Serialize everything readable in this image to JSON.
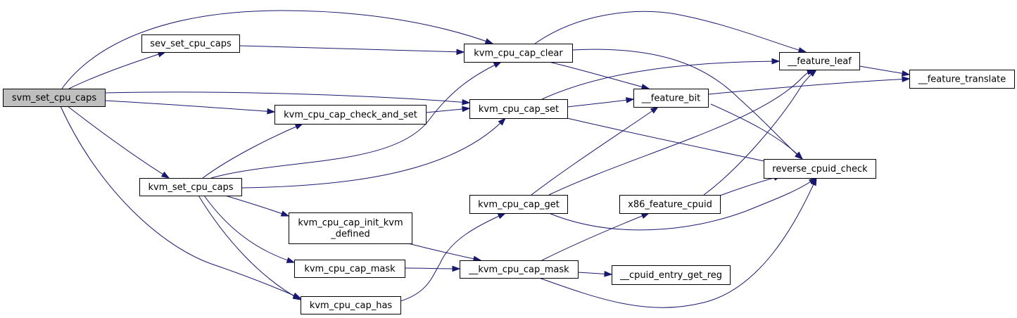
{
  "graph": {
    "colors": {
      "edge": "#191970",
      "node_fill": "#ffffff",
      "root_fill": "#bfbfbf",
      "border": "#000000"
    },
    "root": "svm_set_cpu_caps",
    "nodes": {
      "svm_set_cpu_caps": [
        "svm_set_cpu_caps"
      ],
      "sev_set_cpu_caps": [
        "sev_set_cpu_caps"
      ],
      "kvm_set_cpu_caps": [
        "kvm_set_cpu_caps"
      ],
      "kvm_cpu_cap_check_and_set": [
        "kvm_cpu_cap_check_and_set"
      ],
      "kvm_cpu_cap_init_kvm_defined": [
        "kvm_cpu_cap_init_kvm",
        "_defined"
      ],
      "kvm_cpu_cap_mask": [
        "kvm_cpu_cap_mask"
      ],
      "kvm_cpu_cap_has": [
        "kvm_cpu_cap_has"
      ],
      "kvm_cpu_cap_clear": [
        "kvm_cpu_cap_clear"
      ],
      "kvm_cpu_cap_set": [
        "kvm_cpu_cap_set"
      ],
      "kvm_cpu_cap_get": [
        "kvm_cpu_cap_get"
      ],
      "__kvm_cpu_cap_mask": [
        "__kvm_cpu_cap_mask"
      ],
      "__feature_bit": [
        "__feature_bit"
      ],
      "x86_feature_cpuid": [
        "x86_feature_cpuid"
      ],
      "__cpuid_entry_get_reg": [
        "__cpuid_entry_get_reg"
      ],
      "__feature_leaf": [
        "__feature_leaf"
      ],
      "reverse_cpuid_check": [
        "reverse_cpuid_check"
      ],
      "__feature_translate": [
        "__feature_translate"
      ]
    },
    "edges": [
      [
        "svm_set_cpu_caps",
        "sev_set_cpu_caps"
      ],
      [
        "svm_set_cpu_caps",
        "kvm_cpu_cap_clear"
      ],
      [
        "svm_set_cpu_caps",
        "kvm_cpu_cap_set"
      ],
      [
        "svm_set_cpu_caps",
        "kvm_cpu_cap_check_and_set"
      ],
      [
        "svm_set_cpu_caps",
        "kvm_set_cpu_caps"
      ],
      [
        "svm_set_cpu_caps",
        "kvm_cpu_cap_has"
      ],
      [
        "sev_set_cpu_caps",
        "kvm_cpu_cap_clear"
      ],
      [
        "kvm_set_cpu_caps",
        "kvm_cpu_cap_check_and_set"
      ],
      [
        "kvm_set_cpu_caps",
        "kvm_cpu_cap_clear"
      ],
      [
        "kvm_set_cpu_caps",
        "kvm_cpu_cap_set"
      ],
      [
        "kvm_set_cpu_caps",
        "kvm_cpu_cap_init_kvm_defined"
      ],
      [
        "kvm_set_cpu_caps",
        "kvm_cpu_cap_mask"
      ],
      [
        "kvm_set_cpu_caps",
        "kvm_cpu_cap_has"
      ],
      [
        "kvm_cpu_cap_check_and_set",
        "kvm_cpu_cap_set"
      ],
      [
        "kvm_cpu_cap_init_kvm_defined",
        "__kvm_cpu_cap_mask"
      ],
      [
        "kvm_cpu_cap_mask",
        "__kvm_cpu_cap_mask"
      ],
      [
        "kvm_cpu_cap_has",
        "kvm_cpu_cap_get"
      ],
      [
        "kvm_cpu_cap_clear",
        "__feature_leaf"
      ],
      [
        "kvm_cpu_cap_clear",
        "__feature_bit"
      ],
      [
        "kvm_cpu_cap_clear",
        "reverse_cpuid_check"
      ],
      [
        "kvm_cpu_cap_set",
        "__feature_leaf"
      ],
      [
        "kvm_cpu_cap_set",
        "__feature_bit"
      ],
      [
        "kvm_cpu_cap_set",
        "reverse_cpuid_check"
      ],
      [
        "kvm_cpu_cap_get",
        "__feature_leaf"
      ],
      [
        "kvm_cpu_cap_get",
        "__feature_bit"
      ],
      [
        "kvm_cpu_cap_get",
        "reverse_cpuid_check"
      ],
      [
        "__kvm_cpu_cap_mask",
        "x86_feature_cpuid"
      ],
      [
        "__kvm_cpu_cap_mask",
        "__cpuid_entry_get_reg"
      ],
      [
        "__kvm_cpu_cap_mask",
        "reverse_cpuid_check"
      ],
      [
        "__feature_bit",
        "__feature_translate"
      ],
      [
        "__feature_bit",
        "reverse_cpuid_check"
      ],
      [
        "x86_feature_cpuid",
        "__feature_leaf"
      ],
      [
        "x86_feature_cpuid",
        "reverse_cpuid_check"
      ],
      [
        "__feature_leaf",
        "__feature_translate"
      ]
    ]
  }
}
